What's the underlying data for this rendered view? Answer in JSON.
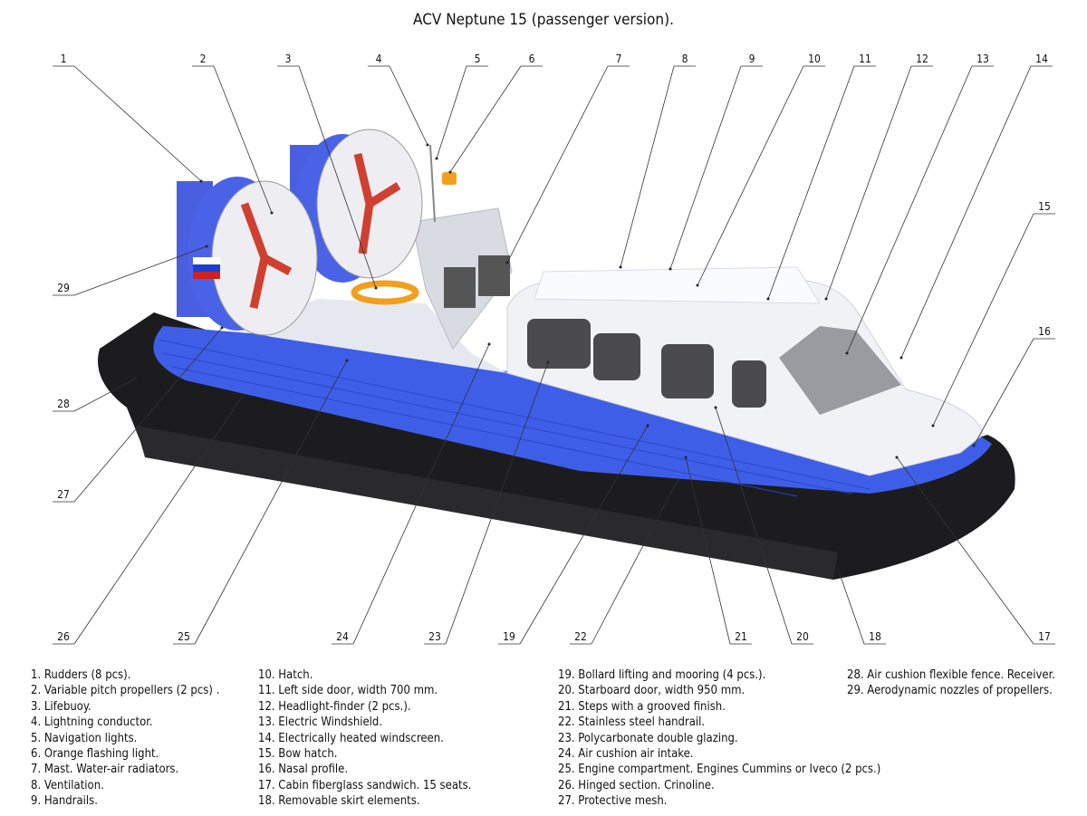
{
  "title": "ACV Neptune 15 (passenger version).",
  "callouts": [
    "1",
    "2",
    "3",
    "4",
    "5",
    "6",
    "7",
    "8",
    "9",
    "10",
    "11",
    "12",
    "13",
    "14",
    "15",
    "16",
    "17",
    "18",
    "19",
    "20",
    "21",
    "22",
    "23",
    "24",
    "25",
    "26",
    "27",
    "28",
    "29"
  ],
  "legend": {
    "col1": [
      "1. Rudders (8 pcs).",
      "2. Variable pitch propellers (2 pcs) .",
      "3. Lifebuoy.",
      "4. Lightning conductor.",
      "5. Navigation lights.",
      "6. Orange flashing light.",
      "7. Mast. Water-air radiators.",
      "8. Ventilation.",
      "9. Handrails."
    ],
    "col2": [
      "10. Hatch.",
      "11. Left side door, width 700 mm.",
      "12. Headlight-finder (2 pcs.).",
      "13. Electric Windshield.",
      "14. Electrically heated windscreen.",
      "15. Bow hatch.",
      "16. Nasal profile.",
      "17. Cabin fiberglass sandwich. 15 seats.",
      "18. Removable skirt elements."
    ],
    "col3": [
      "19. Bollard lifting and mooring (4 pcs.).",
      "20. Starboard door, width 950 mm.",
      "21. Steps with a grooved finish.",
      "22. Stainless steel handrail.",
      "23. Polycarbonate double glazing.",
      "24. Air cushion air intake.",
      "25. Engine compartment. Engines Cummins or Iveco (2 pcs.)",
      "26. Hinged section. Crinoline.",
      "27. Protective mesh."
    ],
    "col4": [
      "28. Air cushion flexible fence. Receiver.",
      "29. Aerodynamic nozzles of propellers."
    ]
  },
  "colors": {
    "skirt": "#1c1c1e",
    "deck": "#3f5ee8",
    "cabin": "#f1f2f6",
    "fan": "#4a63e6",
    "rudder": "#4a5fe0",
    "glass": "#4a4a4f",
    "flash": "#f0a020"
  }
}
